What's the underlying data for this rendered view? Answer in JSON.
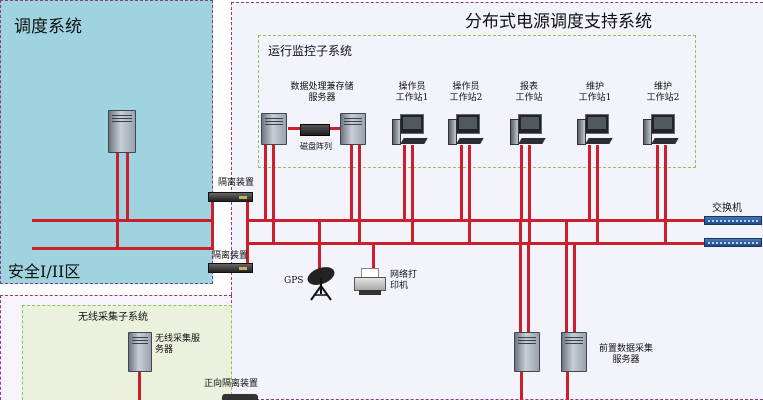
{
  "zones": {
    "dispatch": "调度系统",
    "security": "安全I/II区",
    "support": "分布式电源调度支持系统",
    "monitor_subsystem": "运行监控子系统",
    "wireless_subsystem": "无线采集子系统"
  },
  "devices": {
    "data_server": "数据处理兼存储\n服务器",
    "disk_array": "磁盘阵列",
    "operator1": "操作员\n工作站1",
    "operator2": "操作员\n工作站2",
    "report": "报表\n工作站",
    "maint1": "维护\n工作站1",
    "maint2": "维护\n工作站2",
    "isolator_top": "隔离装置",
    "isolator_bottom": "隔离装置",
    "switch": "交换机",
    "gps": "GPS",
    "printer": "网络打\n印机",
    "frontend_server": "前置数据采集\n服务器",
    "wireless_server": "无线采集服\n务器",
    "forward_isolator": "正向隔离装置"
  },
  "colors": {
    "wire": "#cc1f2b",
    "dispatch_bg": "#9fd3df",
    "subsystem_border": "#8fc35a",
    "zone_border": "#8a3b8a"
  }
}
